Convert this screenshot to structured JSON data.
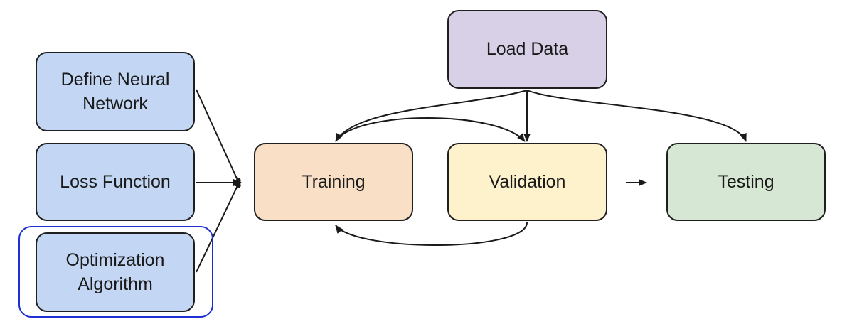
{
  "diagram": {
    "nodes": {
      "define_network": {
        "lines": [
          "Define Neural",
          "Network"
        ]
      },
      "loss_function": {
        "lines": [
          "Loss Function"
        ]
      },
      "optimization_algorithm": {
        "lines": [
          "Optimization",
          "Algorithm"
        ]
      },
      "load_data": {
        "lines": [
          "Load Data"
        ]
      },
      "training": {
        "lines": [
          "Training"
        ]
      },
      "validation": {
        "lines": [
          "Validation"
        ]
      },
      "testing": {
        "lines": [
          "Testing"
        ]
      }
    },
    "colors": {
      "setup_blue": "#c3d6f3",
      "training_orange": "#f8dfc6",
      "validation_yellow": "#fef2cc",
      "testing_green": "#d6e8d3",
      "load_purple": "#d8d0e7",
      "highlight_border": "#1f2fd6",
      "edge": "#1a1a1a"
    },
    "edges": [
      {
        "from": "define_network",
        "to": "training"
      },
      {
        "from": "loss_function",
        "to": "training"
      },
      {
        "from": "optimization_algorithm",
        "to": "training"
      },
      {
        "from": "load_data",
        "to": "training"
      },
      {
        "from": "load_data",
        "to": "validation"
      },
      {
        "from": "load_data",
        "to": "testing"
      },
      {
        "from": "training",
        "to": "validation"
      },
      {
        "from": "validation",
        "to": "training"
      },
      {
        "from": "validation",
        "to": "testing"
      }
    ],
    "highlighted_node": "optimization_algorithm"
  }
}
